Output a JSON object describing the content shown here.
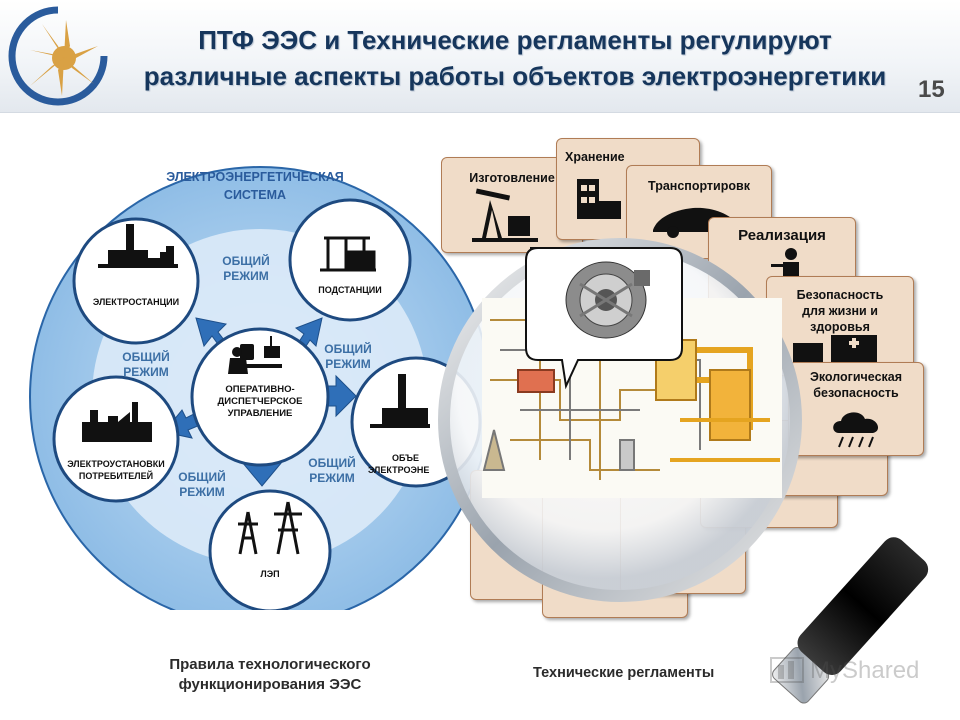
{
  "slide": {
    "title_line1": "ПТФ ЭЭС и Технические регламенты регулируют",
    "title_line2": "различные аспекты работы объектов электроэнергетики",
    "number": "15"
  },
  "system": {
    "heading_line1": "ЭЛЕКТРОЭНЕРГЕТИЧЕСКАЯ",
    "heading_line2": "СИСТЕМА",
    "center_line1": "ОПЕРАТИВНО-",
    "center_line2": "ДИСПЕТЧЕРСКОЕ",
    "center_line3": "УПРАВЛЕНИЕ",
    "nodes": {
      "power_plants": "ЭЛЕКТРОСТАНЦИИ",
      "substations": "ПОДСТАНЦИИ",
      "consumers_line1": "ЭЛЕКТРОУСТАНОВКИ",
      "consumers_line2": "ПОТРЕБИТЕЛЕЙ",
      "lines": "ЛЭП",
      "objects_line1": "ОБЪЕ",
      "objects_line2": "ЭЛЕКТРОЭНЕ"
    },
    "regime_line1": "ОБЩИЙ",
    "regime_line2": "РЕЖИМ"
  },
  "regulations": {
    "manufacturing": "Изготовление",
    "storage": "Хранение",
    "transport": "Транспортировк",
    "sales": "Реализация",
    "safety_line1": "Безопасность",
    "safety_line2": "для жизни и",
    "safety_line3": "здоровья",
    "ecology_line1": "Экологическая",
    "ecology_line2": "безопасность"
  },
  "captions": {
    "left_line1": "Правила технологического",
    "left_line2": "функционирования ЭЭС",
    "right": "Технические регламенты"
  },
  "watermark": "MyShared",
  "colors": {
    "title": "#16365c",
    "system_outer": "#a9cdee",
    "system_inner": "#d2e6f8",
    "node_border": "#1e4a80",
    "arrow": "#2f6fb8",
    "card_fill": "#f0dcc8",
    "card_border": "#b07c55"
  }
}
